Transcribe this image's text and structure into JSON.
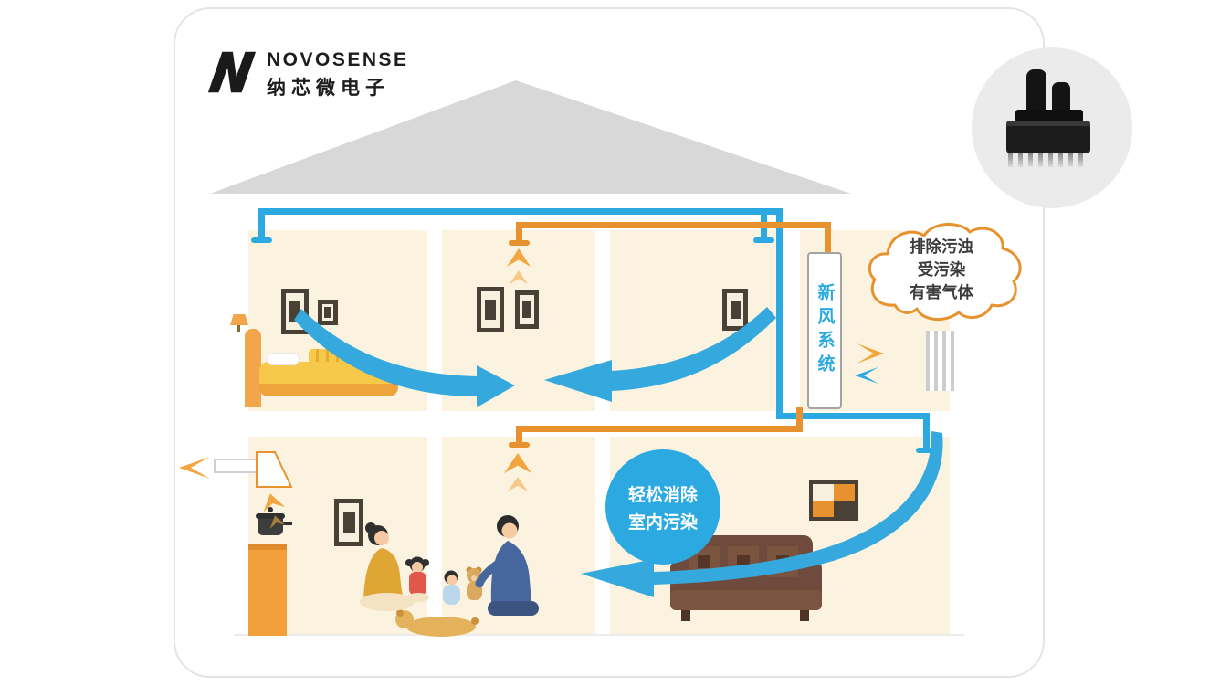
{
  "palette": {
    "blue": "#2BA9E0",
    "swoosh": "#35A9DD",
    "orange": "#E8922F",
    "orange-light": "#F3A63F",
    "cream": "#FBF2DF",
    "roof": "#D8D8D8",
    "brown": "#6E4B3C",
    "frame": "#4A4136"
  },
  "logo": {
    "brand": "NOVOSENSE",
    "brand_cn": "纳芯微电子"
  },
  "unit": {
    "label": "新风系统"
  },
  "cloud": {
    "lines": [
      "排除污浊",
      "受污染",
      "有害气体"
    ]
  },
  "bubble": {
    "lines": [
      "轻松消除",
      "室内污染"
    ]
  }
}
